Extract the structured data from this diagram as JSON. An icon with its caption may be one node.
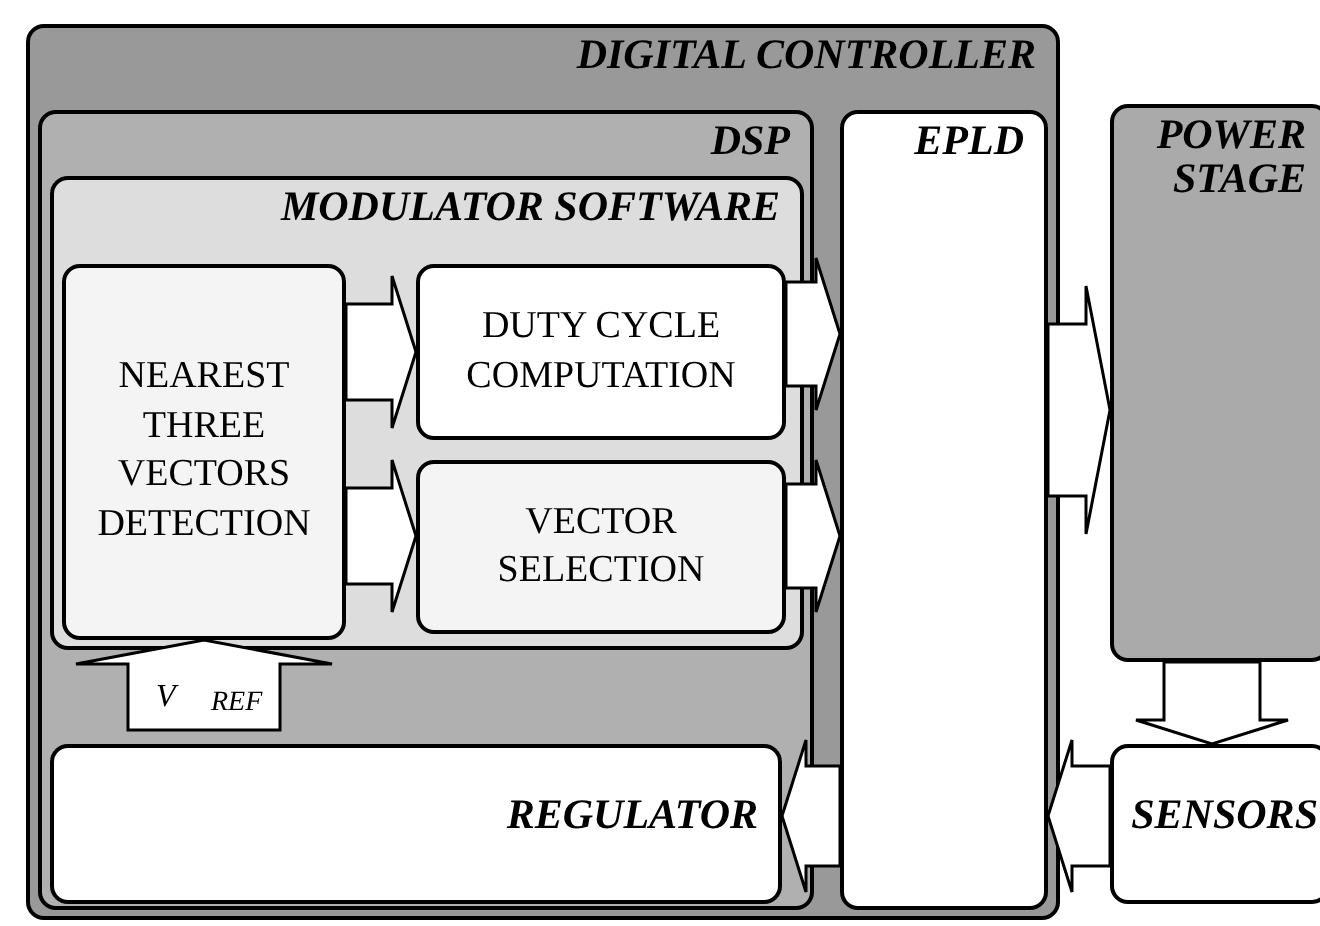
{
  "diagram": {
    "nodes": [
      {
        "text": [
          "DIGITAL CONTROLLER"
        ]
      },
      {
        "text": [
          "DSP"
        ],
        "in": 0
      },
      {
        "text": [
          "MODULATOR SOFTWARE"
        ],
        "in": 1
      },
      {
        "text": [
          "NEAREST THREE VECTORS DETECTION"
        ],
        "in": 2
      },
      {
        "text": [
          "DUTY CYCLE COMPUTATION"
        ],
        "in": 2
      },
      {
        "text": [
          "VECTOR SELECTION"
        ],
        "in": 2
      },
      {
        "text": [
          "REGULATOR"
        ],
        "in": 1
      },
      {
        "text": [
          "EPLD"
        ],
        "in": 0
      },
      {
        "text": [
          "POWER STAGE"
        ]
      },
      {
        "text": [
          "SENSORS"
        ]
      }
    ],
    "edges": [
      {
        "from": 3,
        "to": 4,
        "arrow": "to"
      },
      {
        "from": 3,
        "to": 5,
        "arrow": "to"
      },
      {
        "from": 4,
        "to": 7,
        "arrow": "to"
      },
      {
        "from": 5,
        "to": 7,
        "arrow": "to"
      },
      {
        "from": 7,
        "to": 8,
        "arrow": "to"
      },
      {
        "from": 8,
        "to": 9,
        "arrow": "to"
      },
      {
        "from": 9,
        "to": 7,
        "arrow": "to"
      },
      {
        "from": 7,
        "to": 6,
        "arrow": "to"
      },
      {
        "from": null,
        "to": 3,
        "arrow": "to",
        "label": "V $_{REF}$"
      }
    ]
  }
}
